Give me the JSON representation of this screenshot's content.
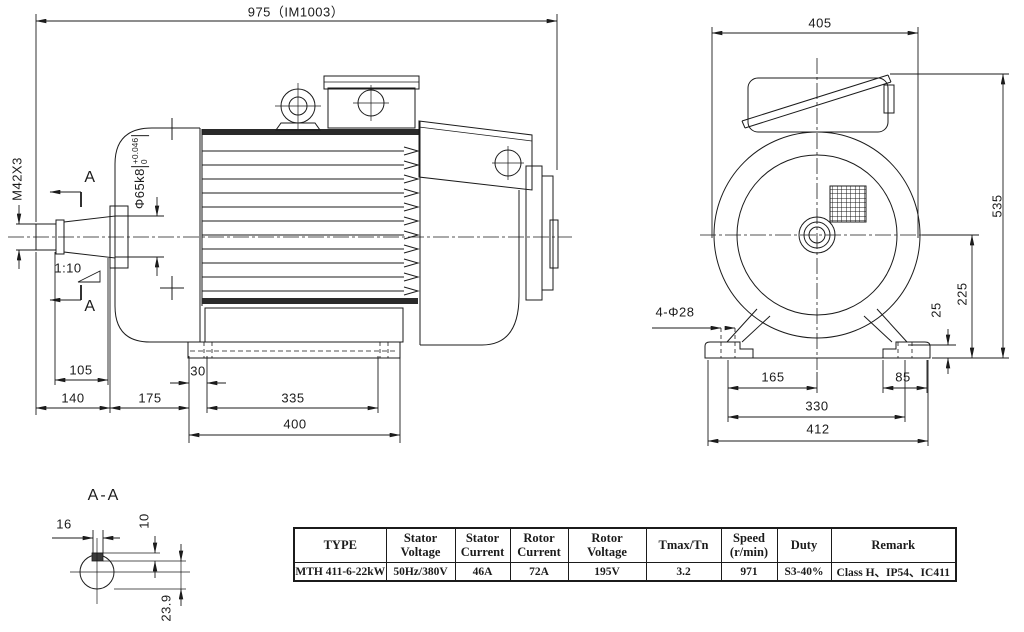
{
  "side_view": {
    "dim_overall": "975（IM1003）",
    "label_thread": "M42X3",
    "label_shaft": "Φ65k8",
    "tol_upper": "+0.046",
    "tol_lower": "0",
    "label_taper": "1:10",
    "section_letter_top": "A",
    "section_letter_bottom": "A",
    "dim_105": "105",
    "dim_140": "140",
    "dim_175": "175",
    "dim_30": "30",
    "dim_335": "335",
    "dim_400": "400"
  },
  "front_view": {
    "dim_405": "405",
    "dim_535": "535",
    "dim_225": "225",
    "dim_25": "25",
    "label_holes": "4-Φ28",
    "dim_165": "165",
    "dim_330": "330",
    "dim_412": "412",
    "dim_85": "85"
  },
  "section_view": {
    "title": "A-A",
    "dim_16": "16",
    "dim_10": "10",
    "dim_23_9": "23.9"
  },
  "spec_table": {
    "headers": [
      [
        "TYPE"
      ],
      [
        "Stator",
        "Voltage"
      ],
      [
        "Stator",
        "Current"
      ],
      [
        "Rotor",
        "Current"
      ],
      [
        "Rotor",
        "Voltage"
      ],
      [
        "Tmax/Tn"
      ],
      [
        "Speed",
        "(r/min)"
      ],
      [
        "Duty"
      ],
      [
        "Remark"
      ]
    ],
    "row": [
      "MTH 411-6-22kW",
      "50Hz/380V",
      "46A",
      "72A",
      "195V",
      "3.2",
      "971",
      "S3-40%",
      "Class H、IP54、IC411"
    ]
  },
  "colors": {
    "line": "#1b1b1b",
    "background": "#ffffff"
  }
}
